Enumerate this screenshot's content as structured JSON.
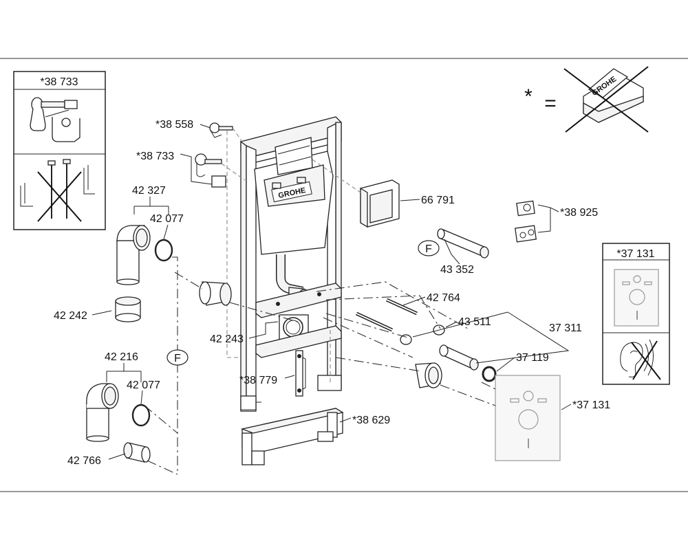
{
  "labels": {
    "l_38733_box": "*38 733",
    "l_38558": "*38 558",
    "l_38733": "*38 733",
    "l_42327": "42 327",
    "l_42077_a": "42 077",
    "l_42242": "42 242",
    "l_42243": "42 243",
    "l_42216": "42 216",
    "l_42077_b": "42 077",
    "l_42766": "42 766",
    "l_38779": "*38 779",
    "l_38629": "*38 629",
    "l_66791": "66 791",
    "l_38925": "*38 925",
    "l_43352": "43 352",
    "l_42764": "42 764",
    "l_43511": "43 511",
    "l_37311": "37 311",
    "l_37119": "37 119",
    "l_37131_front": "*37 131",
    "l_37131_box": "*37 131",
    "circle_f_1": "F",
    "circle_f_2": "F",
    "star": "*",
    "equals": "="
  },
  "branding": {
    "frame_logo": "GROHE",
    "legend_logo": "GROHE"
  }
}
